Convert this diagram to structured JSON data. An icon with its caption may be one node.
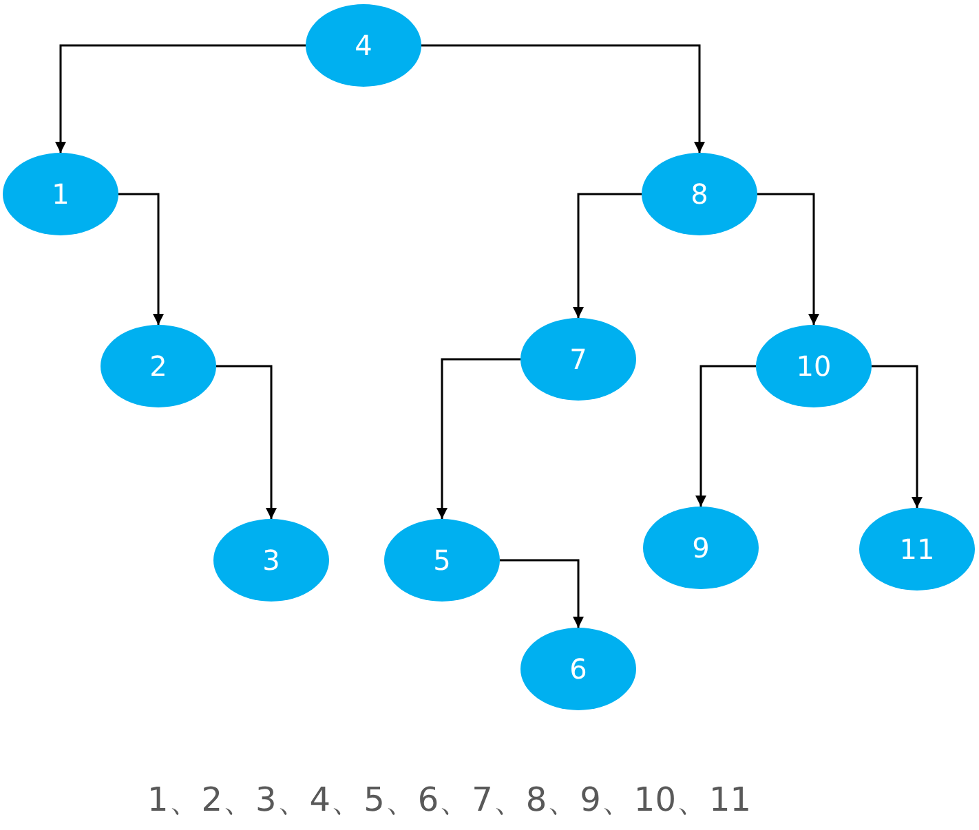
{
  "diagram": {
    "nodes": [
      {
        "text": [
          "4"
        ]
      },
      {
        "text": [
          "1"
        ]
      },
      {
        "text": [
          "8"
        ]
      },
      {
        "text": [
          "2"
        ]
      },
      {
        "text": [
          "7"
        ]
      },
      {
        "text": [
          "10"
        ]
      },
      {
        "text": [
          "3"
        ]
      },
      {
        "text": [
          "5"
        ]
      },
      {
        "text": [
          "9"
        ]
      },
      {
        "text": [
          "11"
        ]
      },
      {
        "text": [
          "6"
        ]
      }
    ],
    "edges": [
      {
        "from": 0,
        "to": 1,
        "arrow": "to"
      },
      {
        "from": 0,
        "to": 2,
        "arrow": "to"
      },
      {
        "from": 1,
        "to": 3,
        "arrow": "to"
      },
      {
        "from": 2,
        "to": 4,
        "arrow": "to"
      },
      {
        "from": 2,
        "to": 5,
        "arrow": "to"
      },
      {
        "from": 3,
        "to": 6,
        "arrow": "to"
      },
      {
        "from": 4,
        "to": 7,
        "arrow": "to"
      },
      {
        "from": 5,
        "to": 8,
        "arrow": "to"
      },
      {
        "from": 5,
        "to": 9,
        "arrow": "to"
      },
      {
        "from": 7,
        "to": 10,
        "arrow": "to"
      }
    ],
    "labels": [
      "1、2、3、4、5、6、7、8、9、10、11"
    ]
  }
}
